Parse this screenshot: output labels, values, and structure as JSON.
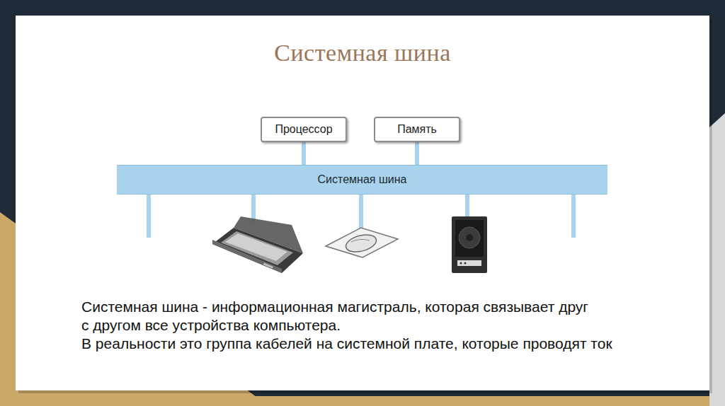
{
  "diagram": {
    "title": "Системная шина",
    "nodes": [
      {
        "text": [
          "Процессор"
        ]
      },
      {
        "text": [
          "Память"
        ]
      },
      {
        "text": [
          "Системная шина"
        ]
      }
    ],
    "edges": [
      {
        "from": 0,
        "to": 2,
        "arrow": "none"
      },
      {
        "from": 1,
        "to": 2,
        "arrow": "none"
      }
    ],
    "labels": [
      "Системная шина - информационная магистраль, которая связывает друг с другом все устройства компьютера.",
      "В реальности это группа кабелей на системной плате, которые проводят ток"
    ]
  }
}
